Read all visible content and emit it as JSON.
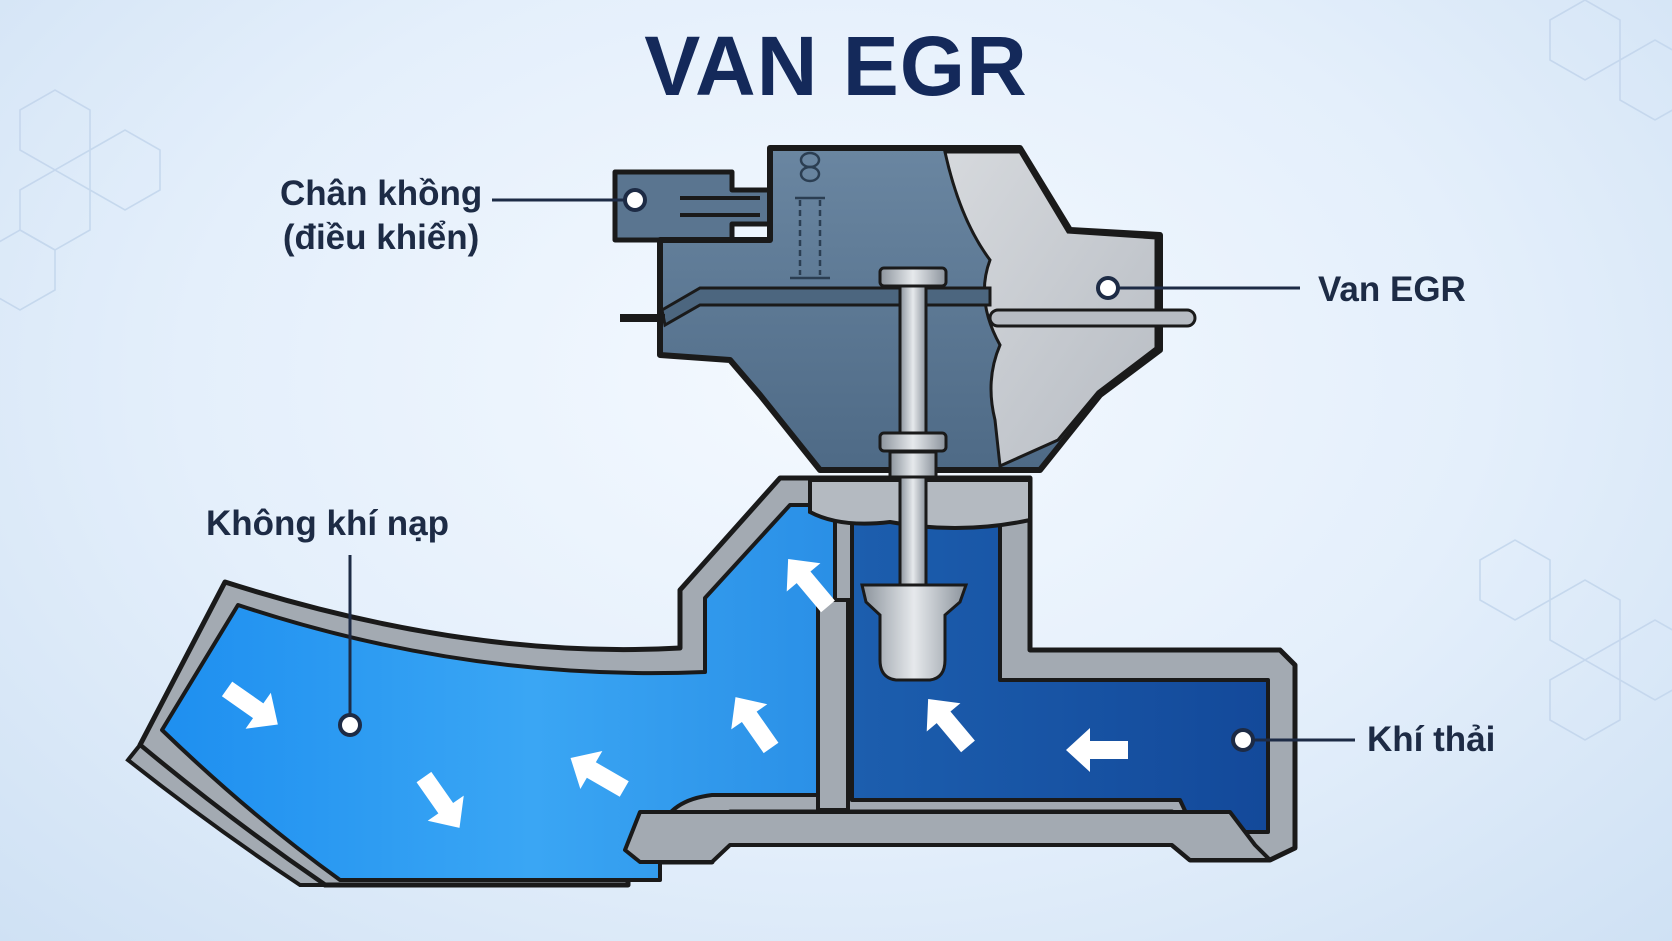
{
  "title": "VAN EGR",
  "labels": {
    "vacuum_port": [
      "Chân khồng",
      "(điều khiển)"
    ],
    "egr_valve": "Van EGR",
    "intake_air": "Không khí nạp",
    "exhaust_gas": "Khí thải"
  },
  "colors": {
    "title": "#14295a",
    "label_text": "#1d2b45",
    "intake_flow": "#2f9bef",
    "exhaust_flow": "#155aa8",
    "housing": "#9aa1aa",
    "actuator": "#5a7590",
    "actuator_cutaway": "#c7cbd1",
    "outline": "#1a1a1a"
  },
  "icons": [
    "flow-arrow-icon",
    "callout-dot-icon",
    "hexagon-pattern-icon"
  ]
}
